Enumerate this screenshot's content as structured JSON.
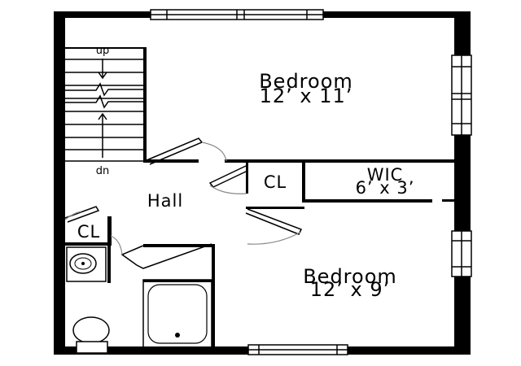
{
  "rooms": {
    "bedroom_top": {
      "name": "Bedroom",
      "size": "12’ x 11’"
    },
    "bedroom_bottom": {
      "name": "Bedroom",
      "size": "12’ x 9’"
    },
    "wic": {
      "name": "WIC",
      "size": "6’ x 3’"
    },
    "hall": {
      "name": "Hall"
    },
    "closet_right": {
      "name": "CL"
    },
    "closet_left": {
      "name": "CL"
    }
  },
  "stairs": {
    "up": "up",
    "down": "dn"
  }
}
